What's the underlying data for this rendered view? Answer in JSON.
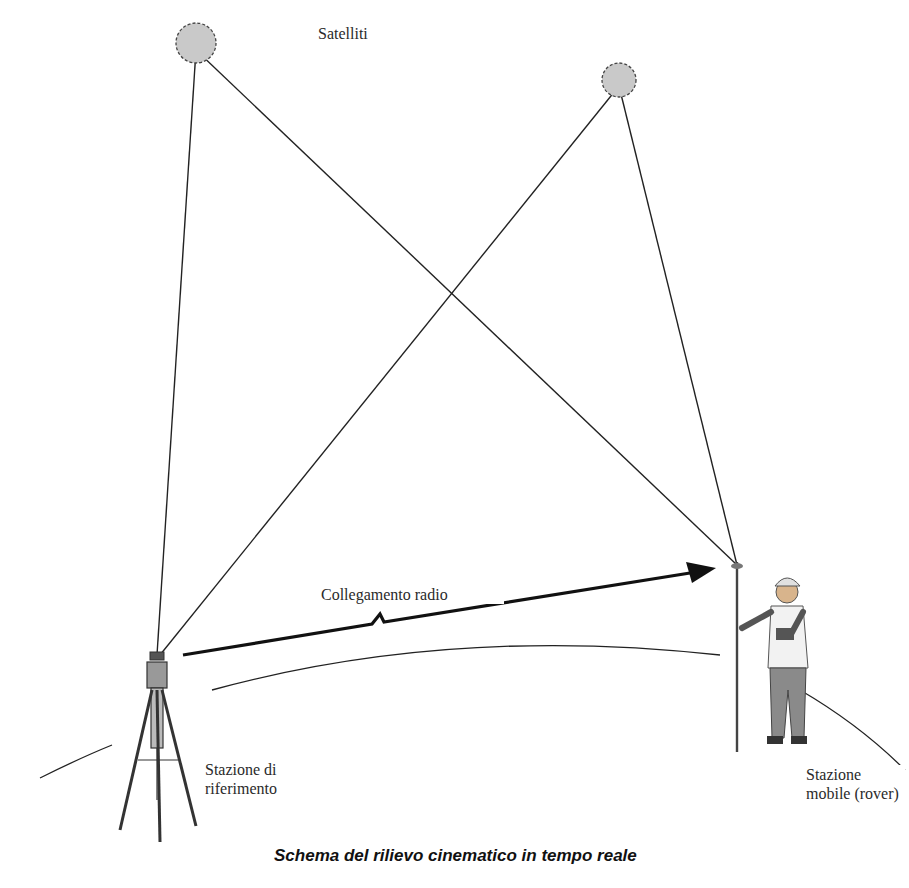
{
  "diagram": {
    "caption": "Schema del rilievo cinematico in tempo reale",
    "labels": [
      "Satelliti",
      "Collegamento radio",
      "Stazione di riferimento",
      "Stazione mobile (rover)"
    ]
  }
}
